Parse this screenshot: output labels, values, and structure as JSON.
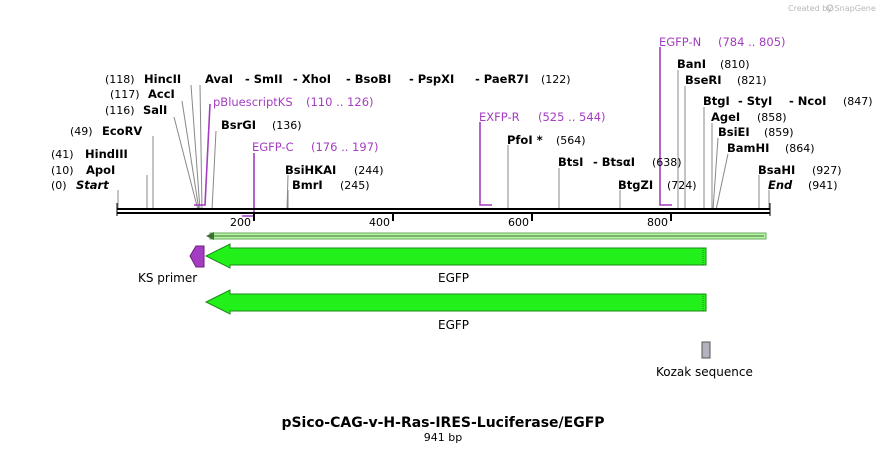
{
  "credit": "Created by SnapGene",
  "title": "pSico-CAG-v-H-Ras-IRES-Luciferase/EGFP",
  "size": "941 bp",
  "ticks": [
    "200",
    "400",
    "600",
    "800"
  ],
  "colors": {
    "backbone": "#000000",
    "feature": "#22f01a",
    "primer": "#a43dc2",
    "kozak": "#b3b3c0"
  },
  "sites": {
    "start_pos": "(0)",
    "start": "Start",
    "apoi_pos": "(10)",
    "apoi": "ApoI",
    "hindiii_pos": "(41)",
    "hindiii": "HindIII",
    "ecorv_pos": "(49)",
    "ecorv": "EcoRV",
    "sali_pos": "(116)",
    "sali": "SalI",
    "acci_pos": "(117)",
    "acci": "AccI",
    "hincii_pos": "(118)",
    "hincii": "HincII",
    "avai": "AvaI",
    "smii": "- SmII",
    "xhoi": "- XhoI",
    "bsobi": "- BsoBI",
    "pspxi": "- PspXI",
    "paer7i": "- PaeR7I",
    "avai_pos": "(122)",
    "bsrgi": "BsrGI",
    "bsrgi_pos": "(136)",
    "bsihkai": "BsiHKAI",
    "bsihkai_pos": "(244)",
    "bmri": "BmrI",
    "bmri_pos": "(245)",
    "pfoi": "PfoI *",
    "pfoi_pos": "(564)",
    "btsi": "BtsI",
    "btsai": "- BtsαI",
    "btsi_pos": "(638)",
    "btgzi": "BtgZI",
    "btgzi_pos": "(724)",
    "bani": "BanI",
    "bani_pos": "(810)",
    "bseri": "BseRI",
    "bseri_pos": "(821)",
    "btgi": "BtgI",
    "styi": "- StyI",
    "ncoi": "- NcoI",
    "btgi_pos": "(847)",
    "agei": "AgeI",
    "agei_pos": "(858)",
    "bsiei": "BsiEI",
    "bsiei_pos": "(859)",
    "bamhi": "BamHI",
    "bamhi_pos": "(864)",
    "bsahi": "BsaHI",
    "bsahi_pos": "(927)",
    "end": "End",
    "end_pos": "(941)"
  },
  "primers": {
    "egfpn": "EGFP-N",
    "egfpn_range": "(784 .. 805)",
    "pbks": "pBluescriptKS",
    "pbks_range": "(110 .. 126)",
    "egfpc": "EGFP-C",
    "egfpc_range": "(176 .. 197)",
    "exfpr": "EXFP-R",
    "exfpr_range": "(525 .. 544)"
  },
  "features": {
    "ks_primer": "KS primer",
    "egfp1": "EGFP",
    "egfp2": "EGFP",
    "kozak": "Kozak sequence"
  }
}
